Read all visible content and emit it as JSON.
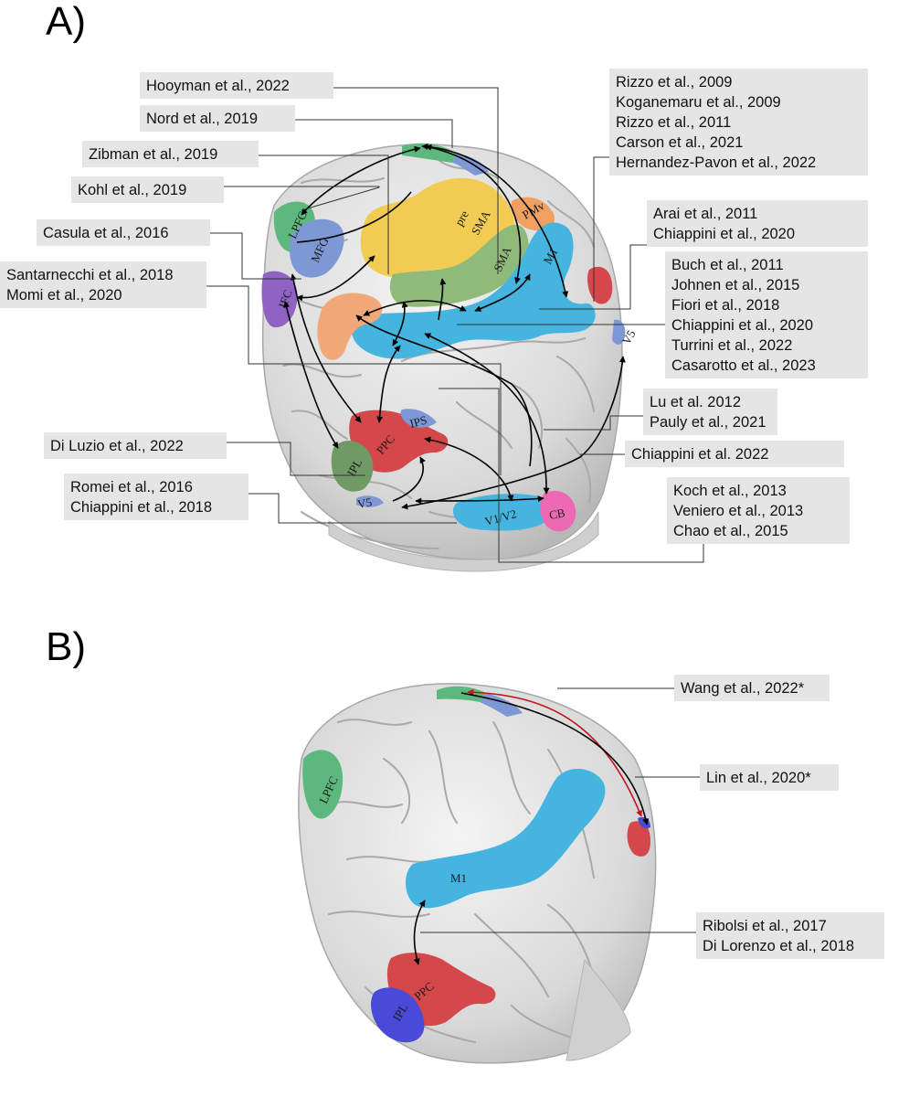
{
  "panels": {
    "a_label": "A)",
    "b_label": "B)"
  },
  "regions_a": {
    "lpfc": "LPFC",
    "mfg": "MFG",
    "ifc": "IFC",
    "pre": "pre",
    "sma_pre": "SMA",
    "sma": "SMA",
    "pmv": "PMv",
    "m1": "M1",
    "v5_right": "V5",
    "ips": "IPS",
    "ppc": "PPC",
    "ipl": "IPL",
    "v5_left": "V5",
    "v1v2": "V1/V2",
    "cb": "CB"
  },
  "regions_b": {
    "lpfc": "LPFC",
    "m1": "M1",
    "ppc": "PPC",
    "ipl": "IPL"
  },
  "refs_a": {
    "hooyman": [
      "Hooyman et al., 2022"
    ],
    "nord": [
      "Nord et al., 2019"
    ],
    "zibman": [
      "Zibman et al., 2019"
    ],
    "kohl": [
      "Kohl et al., 2019"
    ],
    "casula": [
      "Casula et al., 2016"
    ],
    "santarnecchi": [
      "Santarnecchi et al., 2018",
      "Momi et al., 2020"
    ],
    "rizzo": [
      "Rizzo et al., 2009",
      "Koganemaru et al., 2009",
      "Rizzo et al., 2011",
      "Carson et al., 2021",
      "Hernandez-Pavon et al., 2022"
    ],
    "arai": [
      "Arai et al., 2011",
      "Chiappini et al., 2020"
    ],
    "buch": [
      "Buch et al., 2011",
      "Johnen et al., 2015",
      "Fiori et al., 2018",
      "Chiappini et al., 2020",
      "Turrini et al., 2022",
      "Casarotto et al., 2023"
    ],
    "lu": [
      "Lu et al. 2012",
      "Pauly et al., 2021"
    ],
    "chiappini2022": [
      "Chiappini et al. 2022"
    ],
    "diluzio": [
      "Di Luzio et al., 2022"
    ],
    "romei": [
      "Romei et al., 2016",
      "Chiappini et al., 2018"
    ],
    "koch": [
      "Koch et al., 2013",
      "Veniero et al., 2013",
      "Chao et al., 2015"
    ]
  },
  "refs_b": {
    "wang": [
      "Wang et al., 2022*"
    ],
    "lin": [
      "Lin et al., 2020*"
    ],
    "ribolsi": [
      "Ribolsi et al., 2017",
      "Di Lorenzo et al., 2018"
    ]
  },
  "colors": {
    "lpfc": "#5cb87c",
    "mfg": "#7d98d4",
    "ifc": "#8f62c4",
    "sma_yellow": "#f2cc52",
    "sma_green": "#8fba7a",
    "pmv": "#f0a060",
    "m1": "#45b5e0",
    "orange": "#f0a878",
    "ppc": "#d4474a",
    "ipl_green": "#6f9a66",
    "ipl_blue": "#4a4ad8",
    "cb": "#ec6ab4",
    "ref_box": "#e6e5e5",
    "red_arrow": "#c0161b"
  }
}
